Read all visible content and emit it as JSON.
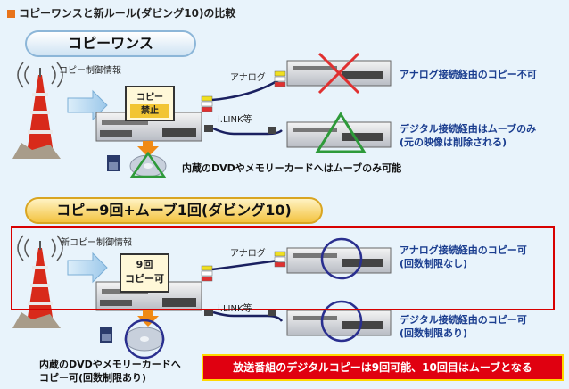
{
  "title": "コピーワンスと新ルール(ダビング10)の比較",
  "section1": {
    "pill": "コピーワンス",
    "signal_label": "コピー制御情報",
    "box_line1": "コピー",
    "box_line2": "禁止",
    "analog_label": "アナログ",
    "ilink_label": "i.LINK等",
    "analog_result": "アナログ接続経由のコピー不可",
    "digital_result_line1": "デジタル接続経由はムーブのみ",
    "digital_result_line2": "(元の映像は削除される)",
    "dvd_text": "内蔵のDVDやメモリーカードへはムーブのみ可能"
  },
  "section2": {
    "pill": "コピー9回+ムーブ1回(ダビング10)",
    "signal_label": "新コピー制御情報",
    "box_line1": "9回",
    "box_line2": "コピー可",
    "analog_label": "アナログ",
    "ilink_label": "i.LINK等",
    "analog_result_line1": "アナログ接続経由のコピー可",
    "analog_result_line2": "(回数制限なし)",
    "digital_result_line1": "デジタル接続経由のコピー可",
    "digital_result_line2": "(回数制限あり)",
    "dvd_text_line1": "内蔵のDVDやメモリーカードへ",
    "dvd_text_line2": "コピー可(回数制限あり)"
  },
  "banner": "放送番組のデジタルコピーは9回可能、10回目はムーブとなる",
  "colors": {
    "accent_orange": "#e8731a",
    "frame_red": "#d80000",
    "cross_red": "#e03030",
    "triangle_green": "#2e9a3a",
    "circle_navy": "#2a2f8f",
    "text_blue": "#1a3d8f"
  }
}
